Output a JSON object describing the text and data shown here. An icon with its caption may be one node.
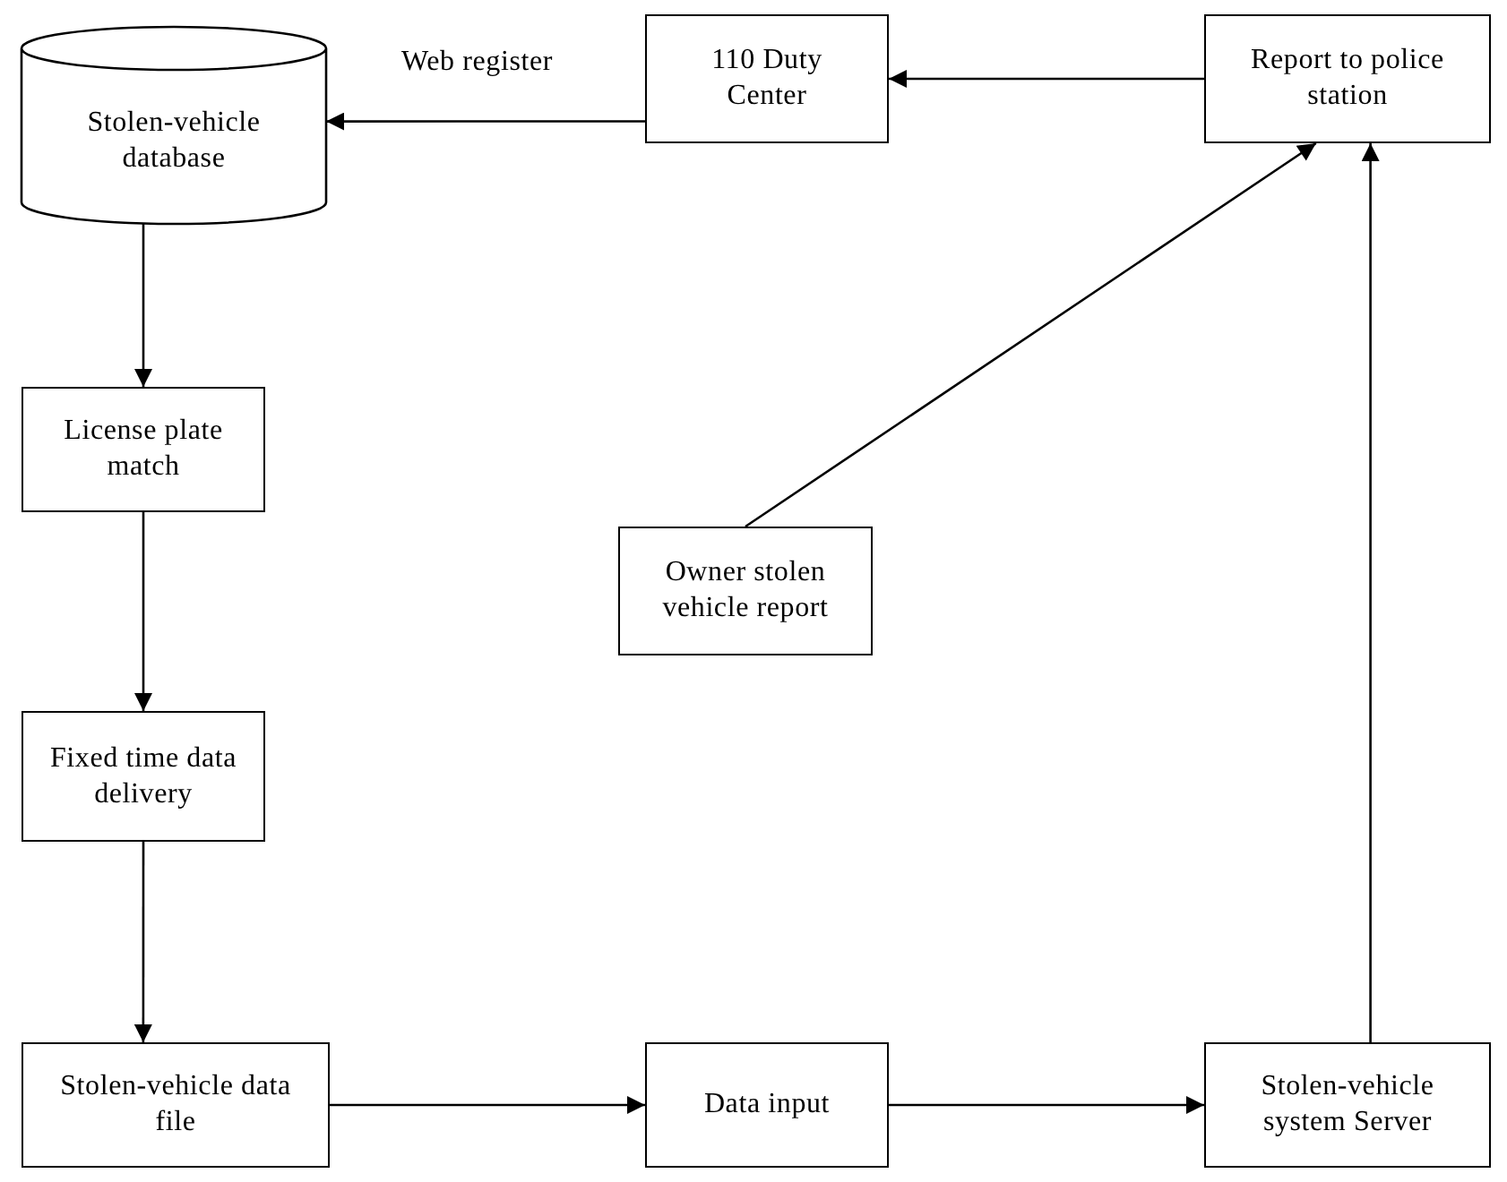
{
  "diagram": {
    "nodes": [
      {
        "text": [
          "Stolen-vehicle database"
        ]
      },
      {
        "text": [
          "110 Duty Center"
        ]
      },
      {
        "text": [
          "Report to police station"
        ]
      },
      {
        "text": [
          "License plate match"
        ]
      },
      {
        "text": [
          "Owner stolen vehicle report"
        ]
      },
      {
        "text": [
          "Fixed time data delivery"
        ]
      },
      {
        "text": [
          "Stolen-vehicle data file"
        ]
      },
      {
        "text": [
          "Data input"
        ]
      },
      {
        "text": [
          "Stolen-vehicle system Server"
        ]
      }
    ],
    "edges": [
      {
        "from": 2,
        "to": 1,
        "arrow": "to"
      },
      {
        "from": 1,
        "to": 0,
        "arrow": "to",
        "label": "Web register"
      },
      {
        "from": 0,
        "to": 3,
        "arrow": "to"
      },
      {
        "from": 3,
        "to": 5,
        "arrow": "to"
      },
      {
        "from": 5,
        "to": 6,
        "arrow": "to"
      },
      {
        "from": 6,
        "to": 7,
        "arrow": "to"
      },
      {
        "from": 7,
        "to": 8,
        "arrow": "to"
      },
      {
        "from": 8,
        "to": 2,
        "arrow": "to"
      },
      {
        "from": 4,
        "to": 2,
        "arrow": "to"
      }
    ]
  }
}
